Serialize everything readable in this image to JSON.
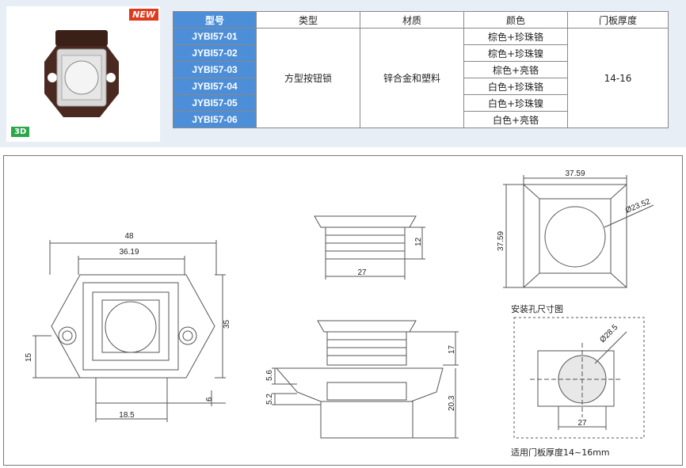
{
  "badge_new": "NEW",
  "badge_3d": "3D",
  "table": {
    "headers": [
      "型号",
      "类型",
      "材质",
      "颜色",
      "门板厚度"
    ],
    "models": [
      "JYBI57-01",
      "JYBI57-02",
      "JYBI57-03",
      "JYBI57-04",
      "JYBI57-05",
      "JYBI57-06"
    ],
    "type": "方型按钮锁",
    "material": "锌合金和塑料",
    "colors": [
      "棕色+珍珠铬",
      "棕色+珍珠镍",
      "棕色+亮铬",
      "白色+珍珠铬",
      "白色+珍珠镍",
      "白色+亮铬"
    ],
    "thickness": "14-16"
  },
  "front_view": {
    "w48": "48",
    "w3619": "36.19",
    "h35": "35",
    "h15": "15",
    "h6": "6",
    "w185": "18.5"
  },
  "side_top": {
    "h12": "12",
    "w27": "27"
  },
  "side_view": {
    "h17": "17",
    "h56": "5.6",
    "h52": "5.2",
    "h203": "20.3"
  },
  "top_view": {
    "w3759": "37.59",
    "h3759": "37.59",
    "d2352": "Ø23.52"
  },
  "cutout": {
    "title": "安装孔尺寸图",
    "d285": "Ø28.5",
    "w27": "27",
    "note": "适用门板厚度14~16mm"
  }
}
